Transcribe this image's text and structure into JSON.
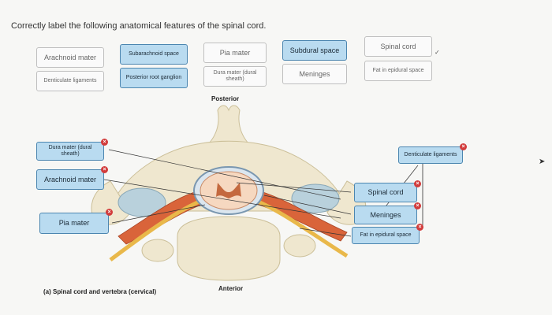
{
  "question": "Correctly label the following anatomical features of the spinal cord.",
  "bank": [
    {
      "label": "Arachnoid mater",
      "state": "unused"
    },
    {
      "label": "Subarachnoid space",
      "state": "used"
    },
    {
      "label": "Pia mater",
      "state": "unused"
    },
    {
      "label": "Subdural space",
      "state": "used"
    },
    {
      "label": "Spinal cord",
      "state": "unused"
    },
    {
      "label": "Denticulate ligaments",
      "state": "unused"
    },
    {
      "label": "Posterior root ganglion",
      "state": "used"
    },
    {
      "label": "Dura mater (dural sheath)",
      "state": "unused"
    },
    {
      "label": "Meninges",
      "state": "unused"
    },
    {
      "label": "Fat in epidural space",
      "state": "unused"
    }
  ],
  "placed": {
    "dura": "Dura mater (dural sheath)",
    "arachnoid": "Arachnoid mater",
    "pia": "Pia mater",
    "denticulate": "Denticulate ligaments",
    "spinal_cord": "Spinal cord",
    "meninges": "Meninges",
    "fat": "Fat in epidural space"
  },
  "figure": {
    "posterior": "Posterior",
    "anterior": "Anterior",
    "caption": "(a) Spinal cord and vertebra (cervical)"
  },
  "colors": {
    "label_fill": "#b9dbf0",
    "label_border": "#4c86b0",
    "remove_badge": "#d23c3c",
    "bone": "#efe7cf",
    "fat": "#e9b84a"
  }
}
